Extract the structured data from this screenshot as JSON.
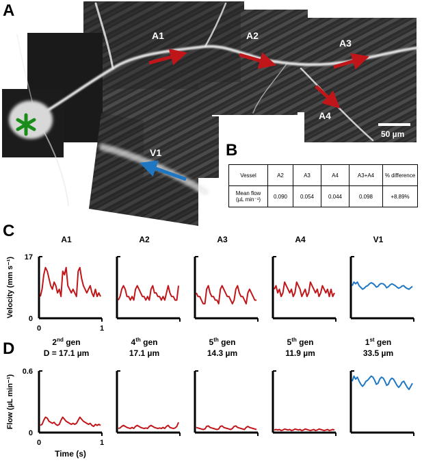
{
  "panels": {
    "a": "A",
    "b": "B",
    "c": "C",
    "d": "D"
  },
  "image_labels": {
    "a1": "A1",
    "a2": "A2",
    "a3": "A3",
    "a4": "A4",
    "v1": "V1",
    "scale": "50 µm"
  },
  "colors": {
    "artery": "#c0161a",
    "vein": "#1f77c4",
    "asterisk": "#1a8c1a"
  },
  "table": {
    "header": [
      "Vessel",
      "A2",
      "A3",
      "A4",
      "A3+A4",
      "% difference"
    ],
    "row_label": "Mean flow (µL min⁻¹)",
    "row_label_line1": "Mean flow",
    "row_label_line2": "(µL min⁻¹)",
    "values": [
      "0.090",
      "0.054",
      "0.044",
      "0.098",
      "+8.89%"
    ]
  },
  "chart_data": [
    {
      "type": "line",
      "title": "Velocity",
      "ylabel": "Velocity (mm s⁻¹)",
      "ylim": [
        0,
        17
      ],
      "y_ticks": [
        "0",
        "17"
      ],
      "xlim": [
        0,
        1
      ],
      "x_ticks": [
        "0",
        "1"
      ],
      "series": [
        {
          "name": "A1",
          "color": "#c0161a",
          "values": [
            6,
            8,
            12,
            14,
            13,
            11,
            9,
            8,
            10,
            9,
            7,
            8,
            6,
            13,
            12,
            14,
            9,
            8,
            7,
            8,
            7,
            6,
            13,
            14,
            11,
            9,
            8,
            7,
            8,
            9,
            7,
            6,
            8,
            6,
            7,
            6
          ]
        },
        {
          "name": "A2",
          "color": "#c0161a",
          "values": [
            5,
            6,
            8,
            9,
            8,
            6,
            6,
            5,
            6,
            5,
            8,
            9,
            8,
            7,
            6,
            6,
            5,
            6,
            5,
            8,
            9,
            7,
            7,
            6,
            6,
            5,
            6,
            5,
            7,
            9,
            7,
            6,
            6,
            5,
            5,
            9
          ]
        },
        {
          "name": "A3",
          "color": "#c0161a",
          "values": [
            7,
            6,
            6,
            5,
            4,
            4,
            8,
            9,
            7,
            6,
            6,
            5,
            5,
            4,
            8,
            9,
            8,
            7,
            6,
            6,
            5,
            4,
            5,
            8,
            9,
            7,
            6,
            6,
            5,
            4,
            7,
            8,
            7,
            6,
            5,
            5
          ]
        },
        {
          "name": "A4",
          "color": "#c0161a",
          "values": [
            8,
            9,
            7,
            8,
            6,
            7,
            10,
            9,
            8,
            7,
            8,
            6,
            7,
            10,
            9,
            8,
            6,
            7,
            8,
            6,
            7,
            10,
            9,
            8,
            7,
            8,
            6,
            7,
            9,
            8,
            7,
            8,
            6,
            8,
            6,
            7
          ]
        },
        {
          "name": "V1",
          "color": "#1f77c4",
          "values": [
            9,
            10,
            9.5,
            10,
            9,
            8.5,
            8,
            8.3,
            8.8,
            9,
            9.5,
            9.8,
            9.6,
            9.2,
            8.6,
            8.8,
            9.4,
            9.6,
            9.5,
            9.1,
            8.4,
            8.7,
            9.2,
            9.5,
            9.3,
            9,
            8.6,
            8.3,
            8.5,
            8.9,
            9,
            8.5,
            8.2,
            8,
            8.4,
            8.8
          ]
        }
      ]
    },
    {
      "type": "line",
      "title": "Flow",
      "ylabel": "Flow (µL min⁻¹)",
      "xlabel": "Time (s)",
      "ylim": [
        0,
        0.6
      ],
      "y_ticks": [
        "0",
        "0.6"
      ],
      "xlim": [
        0,
        1
      ],
      "x_ticks": [
        "0",
        "1"
      ],
      "series": [
        {
          "name": "A1",
          "color": "#c0161a",
          "values": [
            0.07,
            0.08,
            0.12,
            0.15,
            0.14,
            0.11,
            0.1,
            0.09,
            0.1,
            0.08,
            0.07,
            0.08,
            0.12,
            0.15,
            0.13,
            0.11,
            0.1,
            0.09,
            0.08,
            0.09,
            0.08,
            0.09,
            0.12,
            0.15,
            0.13,
            0.11,
            0.1,
            0.09,
            0.08,
            0.09,
            0.07,
            0.06,
            0.08,
            0.07,
            0.08,
            0.07
          ]
        },
        {
          "name": "A2",
          "color": "#c0161a",
          "values": [
            0.04,
            0.045,
            0.06,
            0.07,
            0.06,
            0.05,
            0.045,
            0.04,
            0.05,
            0.04,
            0.06,
            0.07,
            0.06,
            0.05,
            0.045,
            0.04,
            0.045,
            0.04,
            0.06,
            0.07,
            0.06,
            0.05,
            0.045,
            0.04,
            0.045,
            0.04,
            0.05,
            0.04,
            0.06,
            0.07,
            0.05,
            0.045,
            0.04,
            0.045,
            0.06,
            0.1
          ]
        },
        {
          "name": "A3",
          "color": "#c0161a",
          "values": [
            0.05,
            0.045,
            0.04,
            0.035,
            0.03,
            0.035,
            0.06,
            0.065,
            0.05,
            0.045,
            0.04,
            0.035,
            0.03,
            0.035,
            0.06,
            0.065,
            0.05,
            0.045,
            0.04,
            0.035,
            0.03,
            0.04,
            0.06,
            0.065,
            0.05,
            0.045,
            0.04,
            0.035,
            0.03,
            0.05,
            0.06,
            0.05,
            0.045,
            0.04,
            0.035,
            0.03
          ]
        },
        {
          "name": "A4",
          "color": "#c0161a",
          "values": [
            0.025,
            0.03,
            0.025,
            0.03,
            0.02,
            0.025,
            0.035,
            0.03,
            0.025,
            0.03,
            0.02,
            0.025,
            0.035,
            0.03,
            0.025,
            0.03,
            0.02,
            0.025,
            0.035,
            0.03,
            0.025,
            0.02,
            0.025,
            0.03,
            0.02,
            0.025,
            0.035,
            0.03,
            0.025,
            0.02,
            0.025,
            0.03,
            0.02,
            0.025,
            0.03,
            0.025
          ]
        },
        {
          "name": "V1",
          "color": "#1f77c4",
          "values": [
            0.5,
            0.55,
            0.52,
            0.54,
            0.5,
            0.47,
            0.45,
            0.47,
            0.5,
            0.51,
            0.53,
            0.55,
            0.54,
            0.51,
            0.47,
            0.48,
            0.52,
            0.54,
            0.53,
            0.5,
            0.46,
            0.47,
            0.51,
            0.53,
            0.52,
            0.49,
            0.46,
            0.44,
            0.46,
            0.49,
            0.5,
            0.47,
            0.44,
            0.42,
            0.45,
            0.48
          ]
        }
      ]
    }
  ],
  "vessels": [
    {
      "name": "A1",
      "gen_num": "2",
      "gen_suffix": "nd",
      "gen_word": " gen",
      "diameter": "D = 17.1 µm"
    },
    {
      "name": "A2",
      "gen_num": "4",
      "gen_suffix": "th",
      "gen_word": " gen",
      "diameter": "17.1 µm"
    },
    {
      "name": "A3",
      "gen_num": "5",
      "gen_suffix": "th",
      "gen_word": " gen",
      "diameter": "14.3 µm"
    },
    {
      "name": "A4",
      "gen_num": "5",
      "gen_suffix": "th",
      "gen_word": " gen",
      "diameter": "11.9 µm"
    },
    {
      "name": "V1",
      "gen_num": "1",
      "gen_suffix": "st",
      "gen_word": " gen",
      "diameter": "33.5 µm"
    }
  ]
}
